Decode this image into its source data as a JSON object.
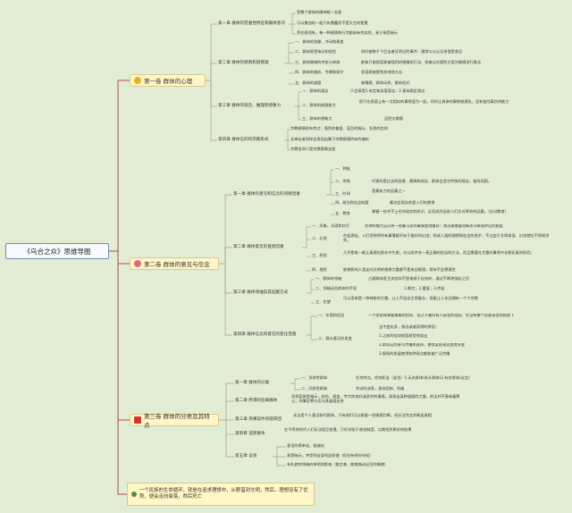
{
  "root": "《乌合之众》思维导图",
  "vol1": {
    "title": "第一卷 群体的心理",
    "ch1": {
      "title": "第一章 群体的普遍性特征和群体意识",
      "items": [
        "受整个群体的精神统一支配",
        "可以聚加的一般只有愚蠢而不是天生的智慧",
        "责任感消失，每一种感情和行为都具有传染性，易于接受暗示"
      ]
    },
    "ch2": {
      "title": "第二章 群体的感情和道德观",
      "items": [
        "一、群体的急躁、冲动和易变",
        "二、群体易受暗示和轻信",
        "三、群体情绪的夸张与单纯",
        "四、群体的偏执、专横和保守",
        "五、群体的道德"
      ],
      "details": [
        "同时被数千个目击者证明过的事件，通常与公认记述很是差远",
        "群体只能很容易被强烈的感情所打动，但难以在理性方面为情感进行推动",
        "很容易被提到其他地方去",
        "被情感、群体动机、都较低式"
      ]
    },
    "ch3": {
      "title": "第三章 群体的观念、推理和想象力",
      "items": [
        "一、群体的观念",
        "二、群体的推理能力",
        "三、群体的想象力"
      ],
      "details": [
        "只会接受1.有定和深度观念；2.基本稳定观念",
        "即只在表面上有一点相似的事物混为一起，同时让具体的事物普通化，没有鉴别真伪的能力",
        "远胜文都感"
      ]
    },
    "ch4": {
      "title": "第四章 群体信仰的宗教形式",
      "items": [
        "宗教感情很有特点：强烈的偏爱、盲目的服从、狂热的信仰",
        "无神论者同样会表现出属于宗教感情特有的偏执",
        "宗教信仰只受宗教感情支配"
      ]
    }
  },
  "vol2": {
    "title": "第二卷 群体的意见与信念",
    "ch1": {
      "title": "第一章 群体的意见和信念的间接因素",
      "items": [
        "一、种族",
        "二、传统",
        "三、时间",
        "四、政治和社会制度",
        "五、教育"
      ],
      "details": [
        "代表的是过去的欲望、感情和观念，群体会坚守传统的观念，极其顽固。",
        "是最有力的因素之一",
        "最决定观念的是人们的愿望",
        "掌握一些共不上任何现实的知识，反而成为促进人们反对革命的因素。（应试教育）"
      ]
    },
    "ch2": {
      "title": "第二章 群体意见的直接因素",
      "items": [
        "一、形象、词语和口号",
        "二、幻觉",
        "三、经验",
        "四、理性"
      ],
      "details": [
        "名称的威力足以将一些最可恶的事情变得美好；统治者需要用新名词来保护旧的制度",
        "在起源处，人们宣称将所有事情都开始于美好的幻觉；构成人类的理想和社会的进步，不过由于文明本身，幻觉就在不停地消失。",
        "几乎是唯一能让真理在群众中生根，对以前并非一直正确的信念的方法，而且需要在大量的事例中长期反复的检验。",
        "能够影响人类走向文明的理想力量都不是来自推理，群体不会想理性"
      ]
    },
    "ch3": {
      "title": "第三章 群体领袖及其说服方式",
      "items": [
        "一、群体的领袖",
        "二、领袖动员群体的手段",
        "三、名望"
      ],
      "details": [
        "占据群体里主流信仰不是来源于自觉的，通过不断地强化之后",
        "1.断言；2.重复；3.传染",
        "可以用来是一种神秘的力量，让人不由自主地服从；但能让人永远拥有一个个宗教"
      ]
    },
    "ch4": {
      "title": "第四章 群体信念和意见的变化范围",
      "items": [
        "一、牢固的信念",
        "二、群众意见的多变"
      ],
      "details": [
        "一个是群体需要掌握的信仰，但又不被所有人接受的观念，在没有整个民族接受的前提下",
        "当今变化多，统治或者获得的原因：",
        "1.之前的信仰很容易受到攻击",
        "2.群众因为参与传播和选择，使得某些观念变得多变",
        "3.报纸的发展使得各种观点都能被广泛传播"
      ]
    }
  },
  "vol3": {
    "title": "第三卷 群体的分类及其特点",
    "ch1": {
      "title": "第一章 群体的分类",
      "items": [
        "一、异质性群体",
        "二、同质性群体"
      ],
      "details": [
        "任何特点，任何职业（混合）1.无名群体(街头群体)2.有名群体(议会)",
        "宗派的派系，身份团体，阶级"
      ]
    },
    "ch2": {
      "title": "第二章 所谓的犯罪群体",
      "detail": "同样容易受暗示，轻信，易变，夸大的良好或恶劣的情感，表现出某种道德的力量，刑法并不意味着罪过，刑事犯罪与否与其道德无关"
    },
    "ch3": {
      "title": "第三章 刑事案件的陪审团",
      "detail": "无法用个人意见取代群体，只有他们可以根据一些情感判断，但无法完全判断出真相"
    },
    "ch4": {
      "title": "第四章 选民群体",
      "detail": "在平等的时代人们无法相互依靠，只好求助于普选制度，以期找到更好的结果"
    },
    "ch5": {
      "title": "第五章 议会",
      "items": [
        "意见的简单化，极端化",
        "易受暗示，并受到自身利益驱使（但也有例外时候）",
        "有礼貌的领袖的带领和影响（能言善，能够煽动议员的情绪）"
      ]
    }
  },
  "note": "一个民族的生命循环，就是在追求理想中，从野蛮到文明，然后，理想没有了优势，便会走向衰落，然后死亡",
  "colors": {
    "line": "#b8473a",
    "vol1_icon": "#e3b21c",
    "vol2_icon": "#e06b74",
    "vol3_icon": "#d2372b"
  }
}
